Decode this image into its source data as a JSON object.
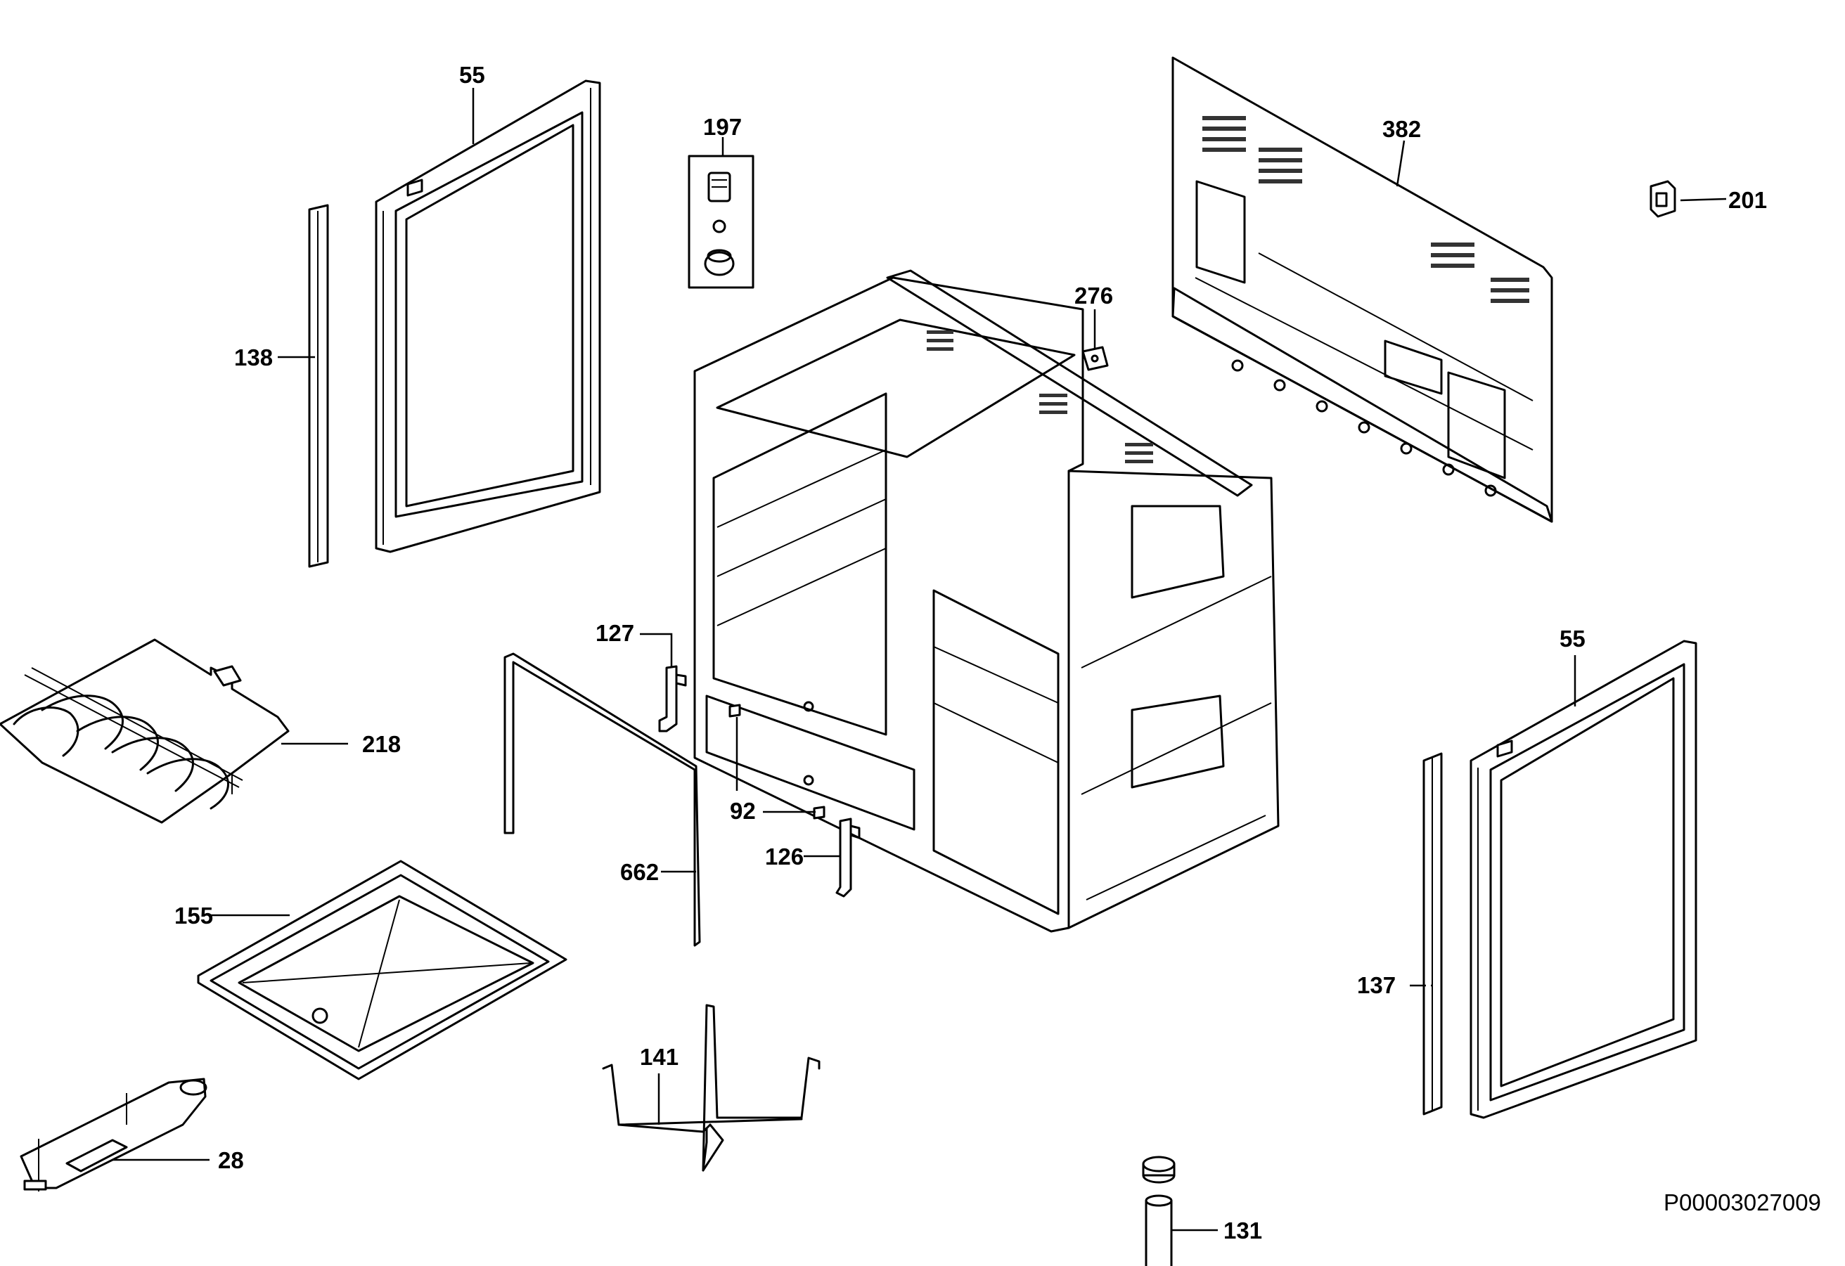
{
  "labels": {
    "p55_top": "55",
    "p197": "197",
    "p382": "382",
    "p201": "201",
    "p138": "138",
    "p276": "276",
    "p127": "127",
    "p218": "218",
    "p92": "92",
    "p55_right": "55",
    "p662": "662",
    "p126": "126",
    "p155": "155",
    "p137": "137",
    "p141": "141",
    "p28": "28",
    "p131": "131"
  },
  "drawing_code": "P00003027009"
}
